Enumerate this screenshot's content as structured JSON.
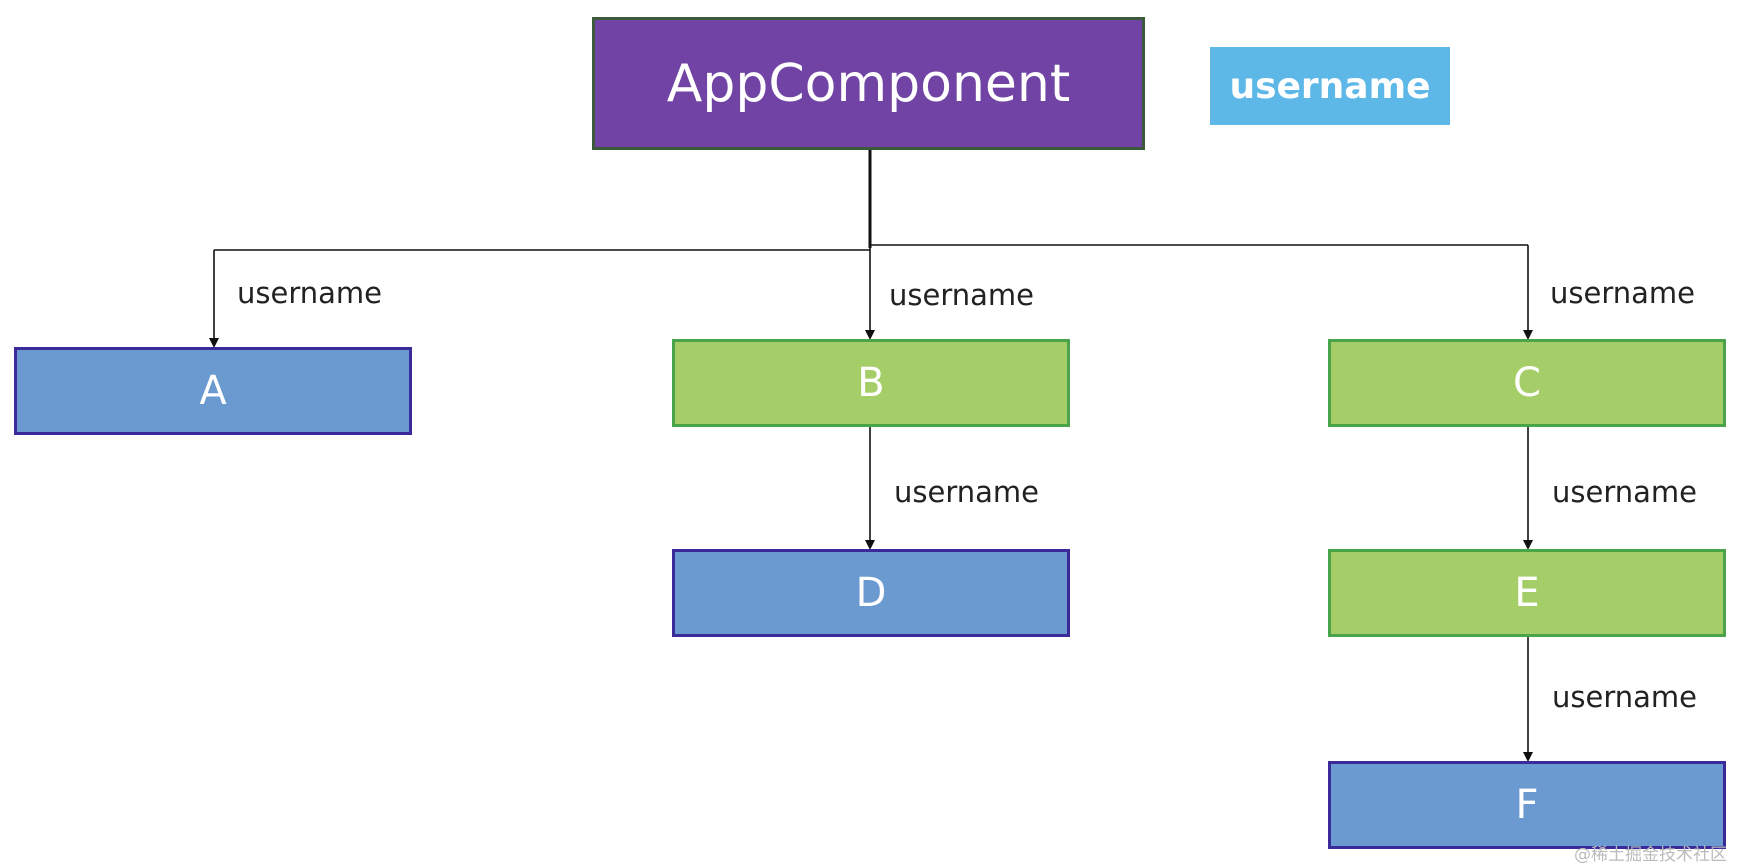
{
  "root": {
    "label": "AppComponent"
  },
  "badge": {
    "label": "username"
  },
  "nodes": {
    "a": "A",
    "b": "B",
    "c": "C",
    "d": "D",
    "e": "E",
    "f": "F"
  },
  "edge_labels": {
    "app_to_a": "username",
    "app_to_b": "username",
    "app_to_c": "username",
    "b_to_d": "username",
    "c_to_e": "username",
    "e_to_f": "username"
  },
  "watermark": "@稀土掘金技术社区",
  "colors": {
    "root_fill": "#7043a4",
    "blue_fill": "#6b9ad0",
    "green_fill": "#a6ce68",
    "badge_fill": "#5db8e8"
  }
}
